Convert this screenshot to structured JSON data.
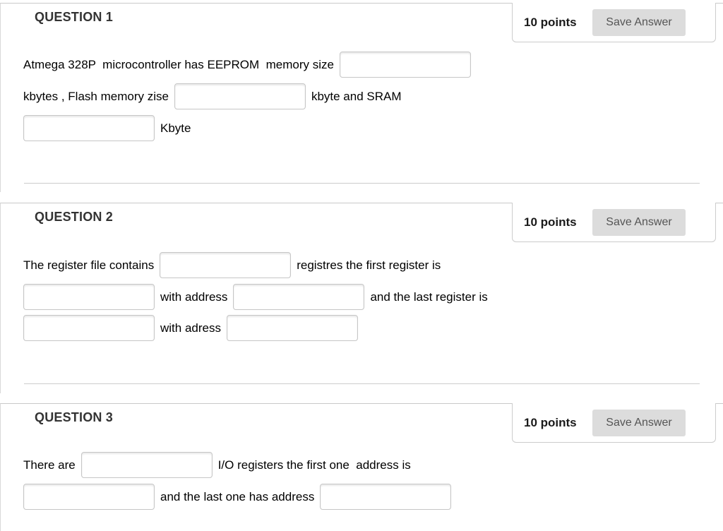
{
  "colors": {
    "section_border": "#c9c9c9",
    "input_border": "#c6c6c6",
    "button_background": "#dcdcdc",
    "button_text": "#555555",
    "heading_text": "#333333",
    "body_text": "#000000"
  },
  "questions": [
    {
      "title": "QUESTION 1",
      "points": "10 points",
      "save_label": "Save Answer",
      "rows": [
        {
          "t1": "Atmega 328P  microcontroller has EEPROM  memory size"
        },
        {
          "t1": "kbytes , Flash memory zise",
          "t2": "kbyte and SRAM"
        },
        {
          "t1": "Kbyte"
        }
      ]
    },
    {
      "title": "QUESTION 2",
      "points": "10 points",
      "save_label": "Save Answer",
      "rows": [
        {
          "t1": "The register file contains",
          "t2": "registres the first register is"
        },
        {
          "t1": "with address",
          "t2": "and the last register is"
        },
        {
          "t1": "with adress"
        }
      ]
    },
    {
      "title": "QUESTION 3",
      "points": "10 points",
      "save_label": "Save Answer",
      "rows": [
        {
          "t1": "There are",
          "t2": "I/O registers the first one  address is"
        },
        {
          "t1": "and the last one has address"
        }
      ]
    }
  ]
}
